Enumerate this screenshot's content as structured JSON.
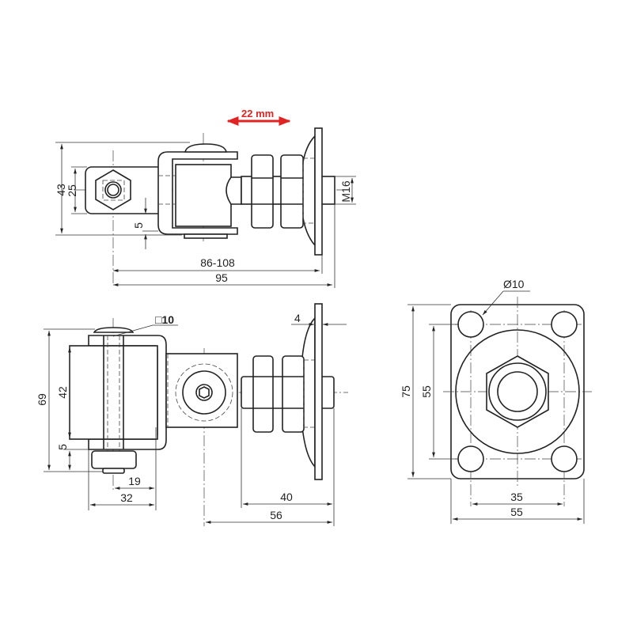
{
  "top_view": {
    "adjustment": "22 mm",
    "dim_43": "43",
    "dim_25": "25",
    "dim_5": "5",
    "dim_range": "86-108",
    "dim_95": "95",
    "thread": "M16"
  },
  "side_view": {
    "square": "□10",
    "dim_69": "69",
    "dim_42": "42",
    "dim_5": "5",
    "dim_19": "19",
    "dim_32": "32",
    "dim_40": "40",
    "dim_56": "56",
    "dim_4": "4"
  },
  "plate_view": {
    "hole": "Ø10",
    "dim_75": "75",
    "dim_55v": "55",
    "dim_35": "35",
    "dim_55h": "55"
  },
  "colors": {
    "accent": "#e02424"
  }
}
